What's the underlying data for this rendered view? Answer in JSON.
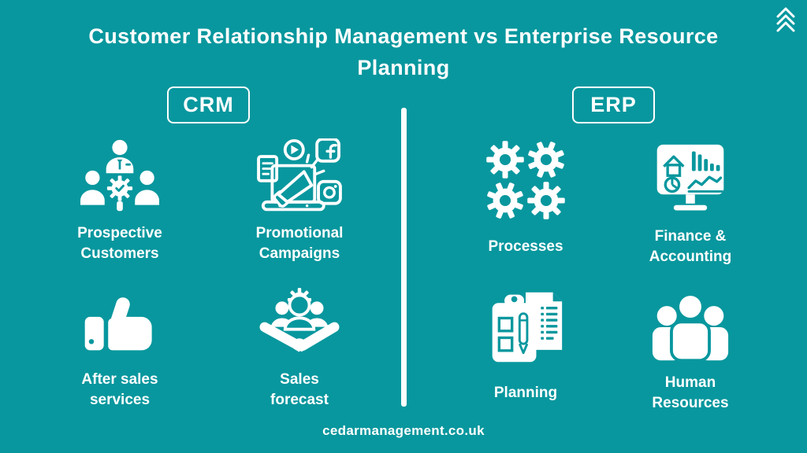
{
  "colors": {
    "background": "#08979E",
    "foreground": "#FFFFFF"
  },
  "header": {
    "title": "Customer Relationship Management vs Enterprise Resource Planning"
  },
  "decor": {
    "corner_icon": "triple-chevron-up"
  },
  "columns": [
    {
      "badge": "CRM",
      "items": [
        {
          "label": "Prospective Customers",
          "icon": "prospective-customers-icon"
        },
        {
          "label": "Promotional Campaigns",
          "icon": "promotional-campaigns-icon"
        },
        {
          "label": "After sales services",
          "icon": "thumbs-up-icon"
        },
        {
          "label": "Sales forecast",
          "icon": "handshake-forecast-icon"
        }
      ]
    },
    {
      "badge": "ERP",
      "items": [
        {
          "label": "Processes",
          "icon": "gears-icon"
        },
        {
          "label": "Finance & Accounting",
          "icon": "finance-monitor-icon"
        },
        {
          "label": "Planning",
          "icon": "planning-clipboard-icon"
        },
        {
          "label": "Human Resources",
          "icon": "people-group-icon"
        }
      ]
    }
  ],
  "footer": {
    "website": "cedarmanagement.co.uk"
  }
}
